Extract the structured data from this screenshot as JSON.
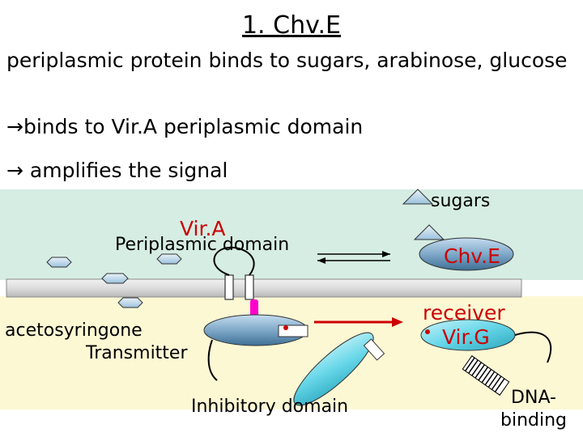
{
  "title": "1. Chv.E",
  "bullet1": "periplasmic protein binds to sugars, arabinose, glucose",
  "bullet2": "binds to Vir.A periplasmic domain",
  "bullet3": "amplifies the signal",
  "arrow_glyph": "→",
  "labels": {
    "sugars": "sugars",
    "vira": "Vir.A",
    "periplasmic_domain": "Periplasmic domain",
    "chve": "Chv.E",
    "acetosyringone": "acetosyringone",
    "transmitter": "Transmitter",
    "receiver": "receiver",
    "virg": "Vir.G",
    "inhibitory_domain": "Inhibitory domain",
    "dna_binding": "DNA-\nbinding"
  },
  "colors": {
    "periplasm_band": "#d6ede3",
    "cytoplasm_band": "#fdf8d4",
    "protein_blue": "#7fa8c8",
    "protein_cyan": "#66d6e8",
    "red_accent": "#cc0000",
    "magenta": "#ff00cc"
  }
}
